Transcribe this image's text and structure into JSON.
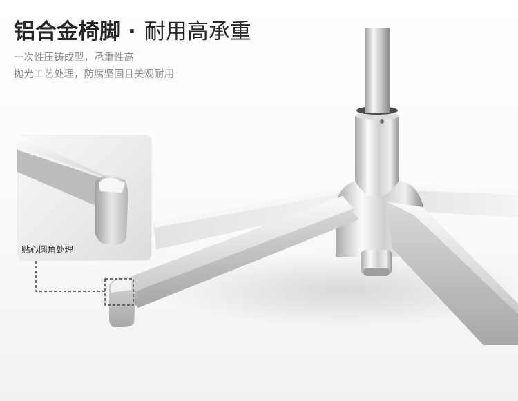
{
  "headline": {
    "title": "铝合金椅脚",
    "separator": "·",
    "subtitle": "耐用高承重"
  },
  "description": {
    "line_1": "一次性压铸成型，承重性高",
    "line_2": "抛光工艺处理，防腐坚固且美观耐用"
  },
  "callout": {
    "label": "贴心圆角处理"
  },
  "icons": {
    "callout_pointer": "dashed-callout-line-icon"
  },
  "colors": {
    "headline_text": "#262626",
    "description_text": "#8f8f8f",
    "callout_line": "#444444",
    "chrome_light": "#f4f4f4",
    "chrome_dark": "#9a9a9a"
  }
}
